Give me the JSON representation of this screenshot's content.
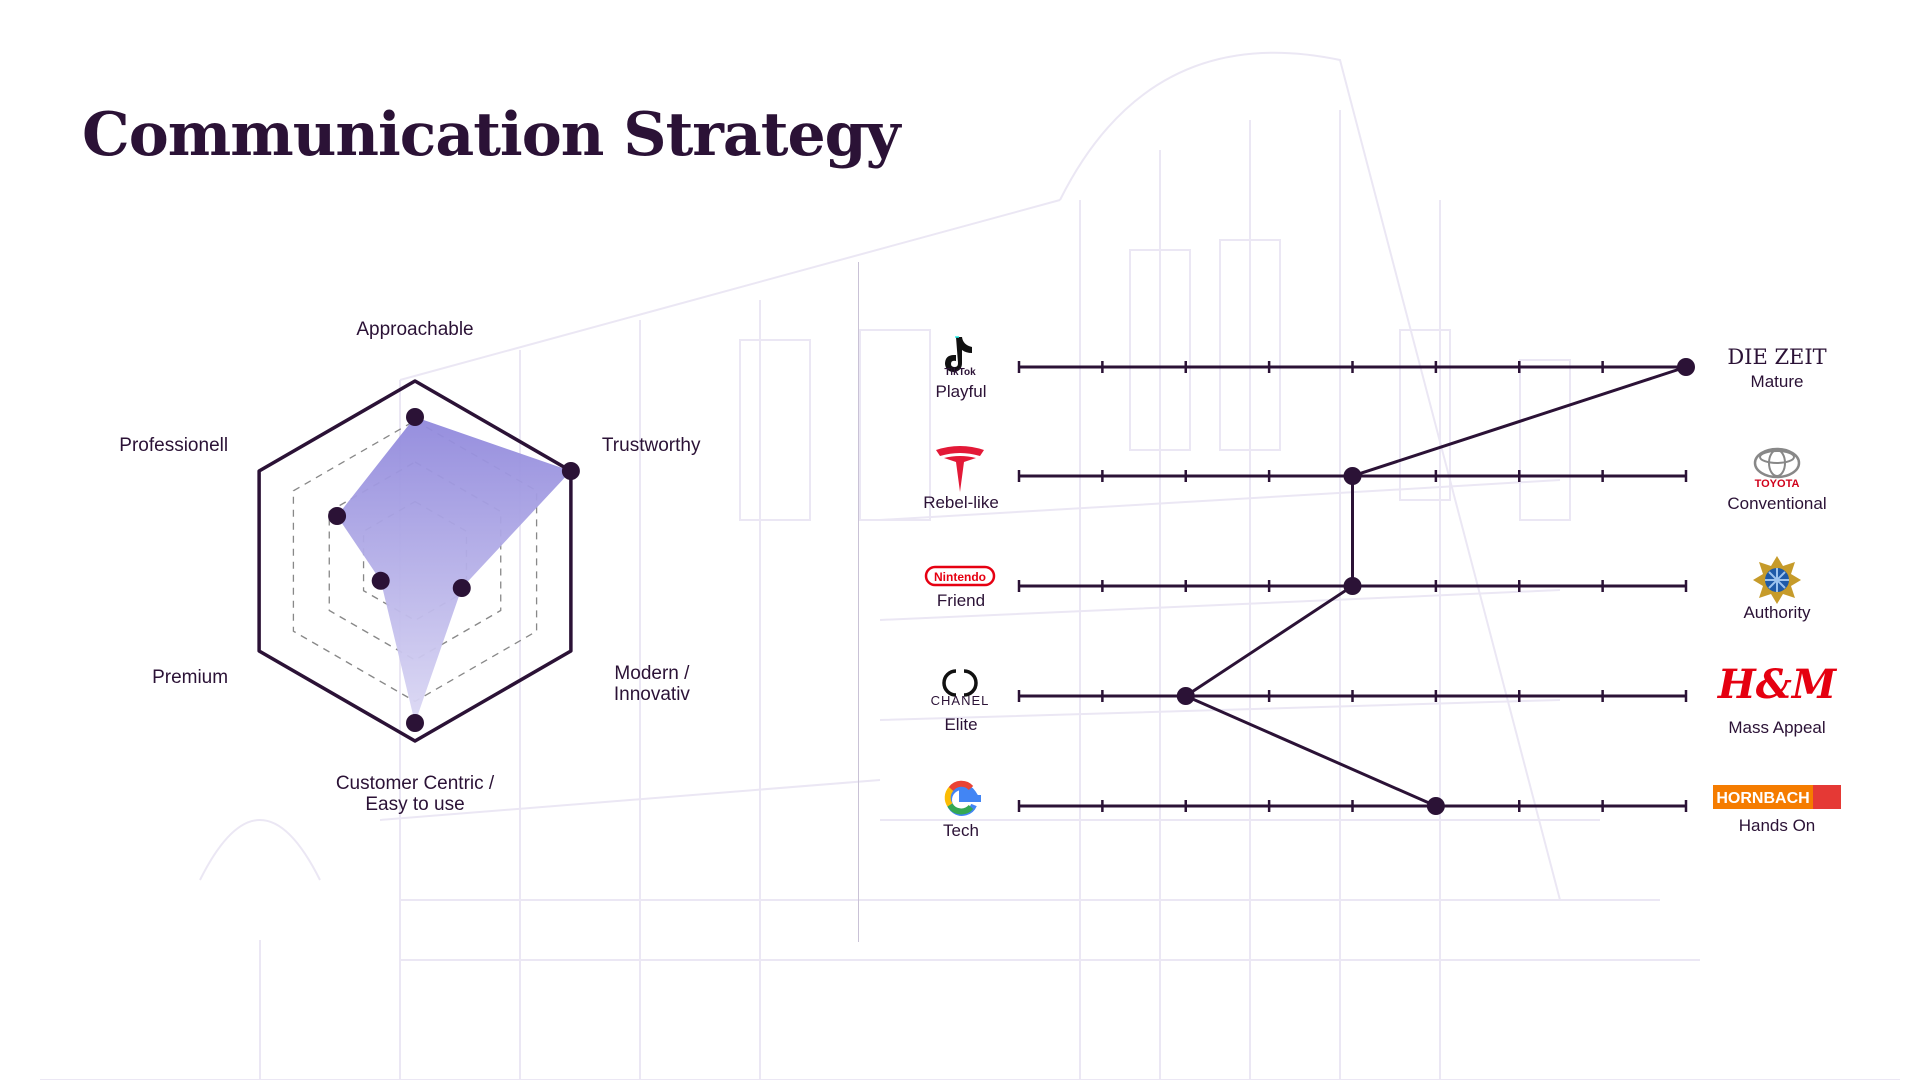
{
  "title": "Communication Strategy",
  "colors": {
    "ink": "#2b1236",
    "fill_top": "#9088dc",
    "fill_bottom": "#dcd9f4",
    "divider": "#c9c2d6",
    "sketch": "#e7e3f2"
  },
  "chart_data": [
    {
      "type": "radar",
      "axes": [
        "Approachable",
        "Trustworthy",
        "Modern / Innovativ",
        "Customer Centric / Easy to use",
        "Premium",
        "Professionell"
      ],
      "axis_label_lines": [
        [
          "Approachable"
        ],
        [
          "Trustworthy"
        ],
        [
          "Modern /",
          "Innovativ"
        ],
        [
          "Customer Centric /",
          "Easy to use"
        ],
        [
          "Premium"
        ],
        [
          "Professionell"
        ]
      ],
      "range": [
        0,
        1
      ],
      "grid_levels": [
        0.33,
        0.55,
        0.78
      ],
      "values": [
        0.8,
        1.0,
        0.3,
        0.9,
        0.22,
        0.5
      ],
      "grid": true
    },
    {
      "type": "semantic-scale",
      "ticks": 9,
      "rows": [
        {
          "left_label": "Playful",
          "left_icon": "tiktok-logo",
          "right_label": "Mature",
          "right_icon": "die-zeit-logo",
          "value": 8
        },
        {
          "left_label": "Rebel-like",
          "left_icon": "tesla-logo",
          "right_label": "Conventional",
          "right_icon": "toyota-logo",
          "value": 4
        },
        {
          "left_label": "Friend",
          "left_icon": "nintendo-logo",
          "right_label": "Authority",
          "right_icon": "police-star-logo",
          "value": 4
        },
        {
          "left_label": "Elite",
          "left_icon": "chanel-logo",
          "right_label": "Mass Appeal",
          "right_icon": "hm-logo",
          "value": 2
        },
        {
          "left_label": "Tech",
          "left_icon": "google-logo",
          "right_label": "Hands On",
          "right_icon": "hornbach-logo",
          "value": 5
        }
      ]
    }
  ],
  "logos": {
    "tiktok": "TikTok",
    "die_zeit": "DIE ZEIT",
    "toyota": "TOYOTA",
    "nintendo": "Nintendo",
    "chanel": "CHANEL",
    "hm": "H&M",
    "hornbach": "HORNBACH"
  }
}
